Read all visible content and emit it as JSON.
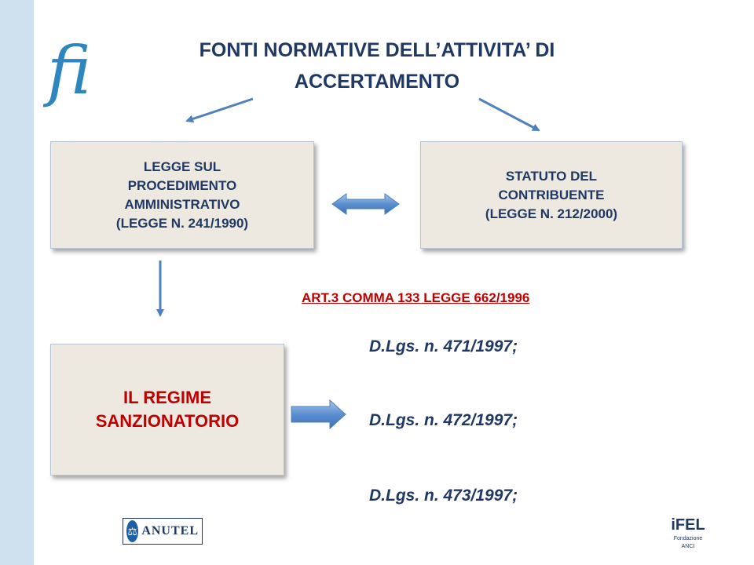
{
  "slide": {
    "logo_text": "fi",
    "title": "FONTI NORMATIVE DELL’ATTIVITA’ DI ACCERTAMENTO",
    "boxes": {
      "legge": [
        "LEGGE SUL",
        "PROCEDIMENTO",
        "AMMINISTRATIVO",
        "(LEGGE N. 241/1990)"
      ],
      "statuto": [
        "STATUTO DEL",
        "CONTRIBUENTE",
        "(LEGGE N. 212/2000)"
      ],
      "regime": [
        "IL REGIME",
        "SANZIONATORIO"
      ]
    },
    "art_reference": "ART.3 COMMA 133 LEGGE 662/1996",
    "decrees": [
      "D.Lgs. n. 471/1997;",
      "D.Lgs. n. 472/1997;",
      "D.Lgs. n. 473/1997;"
    ],
    "footer": {
      "anutel_logo": "ANUTEL",
      "ifel_logo": "iFEL",
      "ifel_sub": "Fondazione ANCI"
    }
  },
  "colors": {
    "title": "#1f3864",
    "red_text": "#c00000",
    "box_fill": "#ede9e0",
    "arrow": "#4f81bd",
    "side_band": "#cfe0ee"
  }
}
